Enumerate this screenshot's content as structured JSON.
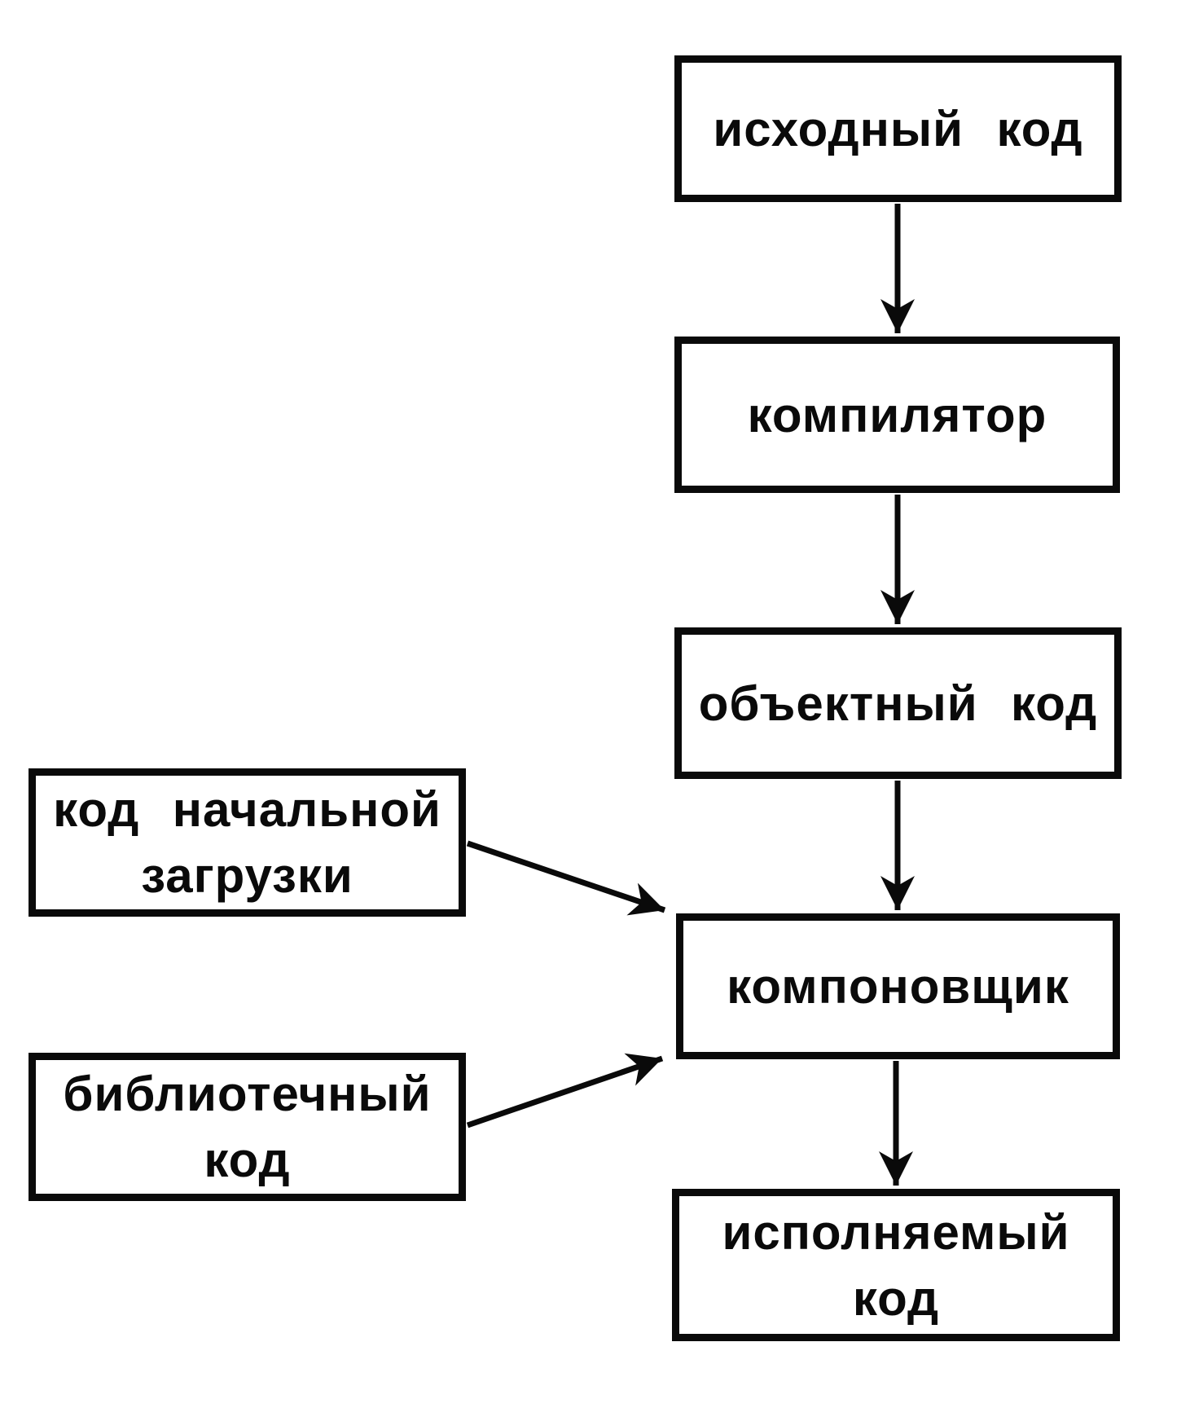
{
  "diagram": {
    "title": "compiler-toolchain-flowchart",
    "background_color": "#ffffff",
    "ink_color": "#0a0a0a",
    "nodes": {
      "source_code": {
        "label": "исходный код"
      },
      "compiler": {
        "label": "компилятор"
      },
      "object_code": {
        "label": "объектный код"
      },
      "boot_code": {
        "label": "код начальной\nзагрузки"
      },
      "linker": {
        "label": "компоновщик"
      },
      "library_code": {
        "label": "библиотечный\nкод"
      },
      "executable_code": {
        "label": "исполняемый\nкод"
      }
    },
    "edges": [
      {
        "from": "source_code",
        "to": "compiler",
        "style": "solid-arrow"
      },
      {
        "from": "compiler",
        "to": "object_code",
        "style": "solid-arrow"
      },
      {
        "from": "object_code",
        "to": "linker",
        "style": "solid-arrow"
      },
      {
        "from": "boot_code",
        "to": "linker",
        "style": "solid-arrow"
      },
      {
        "from": "library_code",
        "to": "linker",
        "style": "solid-arrow"
      },
      {
        "from": "linker",
        "to": "executable_code",
        "style": "solid-arrow"
      }
    ]
  }
}
